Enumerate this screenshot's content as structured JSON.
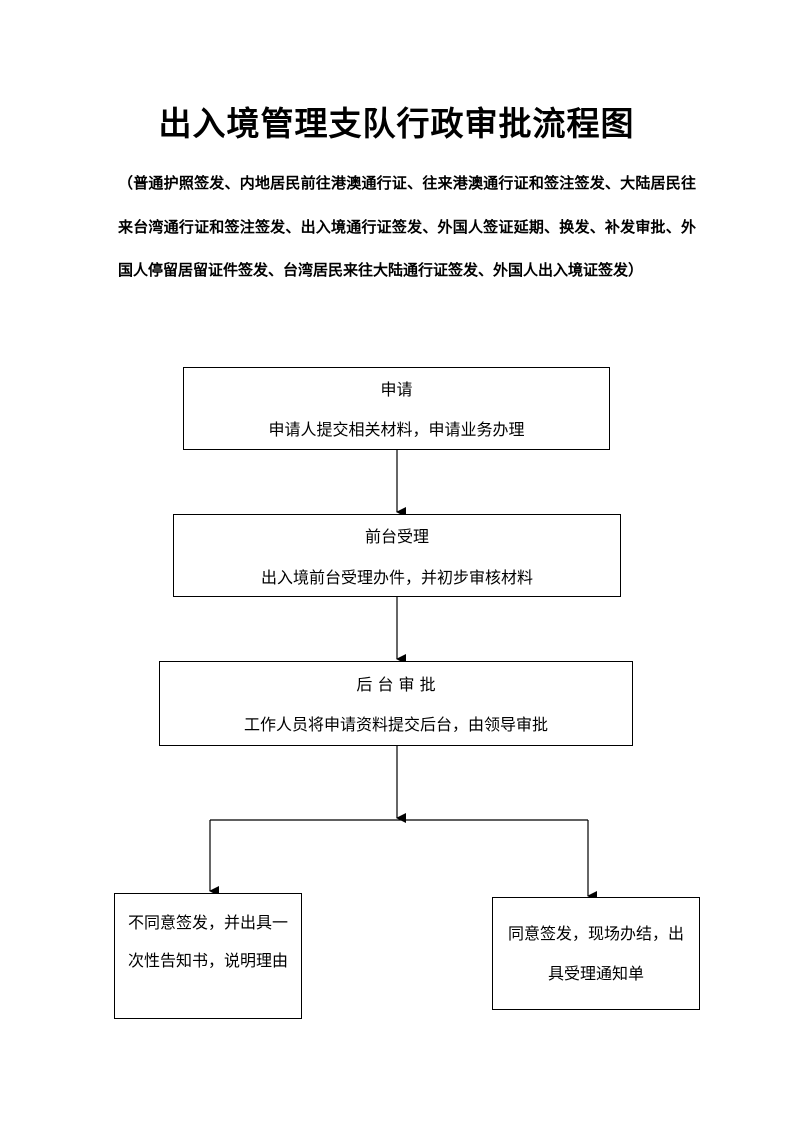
{
  "title": "出入境管理支队行政审批流程图",
  "subtitle": "（普通护照签发、内地居民前往港澳通行证、往来港澳通行证和签注签发、大陆居民往来台湾通行证和签注签发、出入境通行证签发、外国人签证延期、换发、补发审批、外国人停留居留证件签发、台湾居民来往大陆通行证签发、外国人出入境证签发）",
  "steps": [
    {
      "title": "申请",
      "desc": "申请人提交相关材料，申请业务办理"
    },
    {
      "title": "前台受理",
      "desc": "出入境前台受理办件，并初步审核材料"
    },
    {
      "title": "后 台 审 批",
      "desc": "工作人员将申请资料提交后台，由领导审批"
    }
  ],
  "outcomes": {
    "reject": "不同意签发，并出具一次性告知书，说明理由",
    "approve": "同意签发，现场办结，出具受理通知单"
  }
}
